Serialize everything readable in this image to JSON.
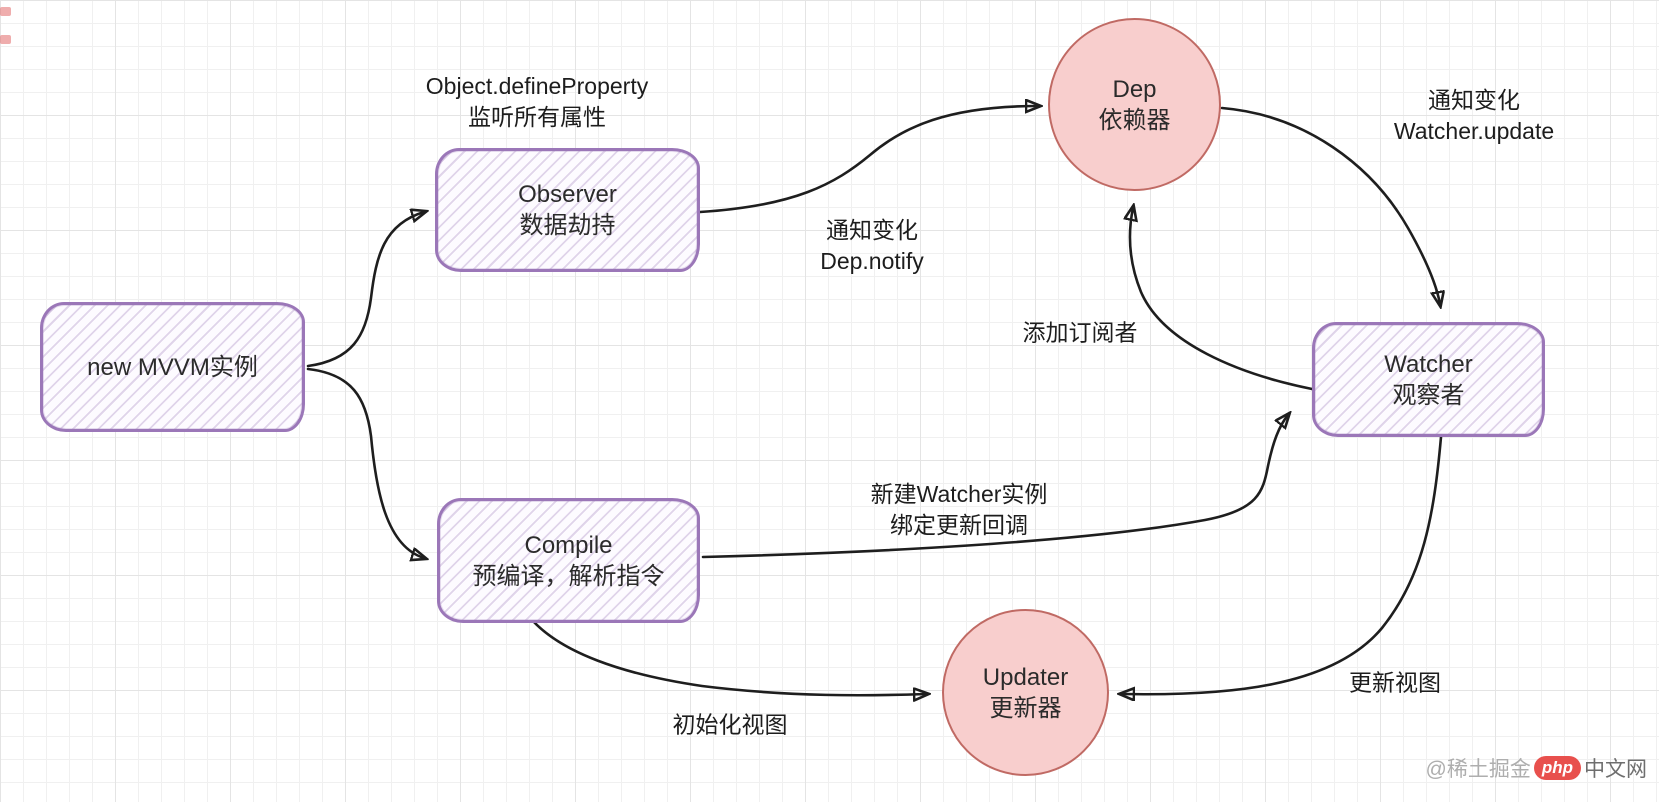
{
  "nodes": {
    "mvvm": {
      "title": "new MVVM实例"
    },
    "observer": {
      "title": "Observer",
      "subtitle": "数据劫持"
    },
    "compile": {
      "title": "Compile",
      "subtitle": "预编译，解析指令"
    },
    "dep": {
      "title": "Dep",
      "subtitle": "依赖器"
    },
    "watcher": {
      "title": "Watcher",
      "subtitle": "观察者"
    },
    "updater": {
      "title": "Updater",
      "subtitle": "更新器"
    }
  },
  "labels": {
    "observer_note_line1": "Object.defineProperty",
    "observer_note_line2": "监听所有属性",
    "dep_notify_line1": "通知变化",
    "dep_notify_line2": "Dep.notify",
    "watcher_update_line1": "通知变化",
    "watcher_update_line2": "Watcher.update",
    "add_subscriber": "添加订阅者",
    "new_watcher_line1": "新建Watcher实例",
    "new_watcher_line2": "绑定更新回调",
    "init_view": "初始化视图",
    "update_view": "更新视图"
  },
  "diagram": {
    "edges": [
      {
        "from": "new MVVM实例",
        "to": "Observer",
        "label": ""
      },
      {
        "from": "new MVVM实例",
        "to": "Compile",
        "label": ""
      },
      {
        "from": "Observer",
        "to": "Dep",
        "label": "通知变化 Dep.notify"
      },
      {
        "from": "Dep",
        "to": "Watcher",
        "label": "通知变化 Watcher.update"
      },
      {
        "from": "Watcher",
        "to": "Dep",
        "label": "添加订阅者"
      },
      {
        "from": "Compile",
        "to": "Watcher",
        "label": "新建Watcher实例 绑定更新回调"
      },
      {
        "from": "Compile",
        "to": "Updater",
        "label": "初始化视图"
      },
      {
        "from": "Watcher",
        "to": "Updater",
        "label": "更新视图"
      }
    ],
    "annotation_on_observer": "Object.defineProperty 监听所有属性"
  },
  "watermark": {
    "prefix": "@稀土掘金",
    "logo": "php",
    "suffix": "中文网"
  },
  "colors": {
    "box_border": "#9b77b8",
    "box_hatch": "#cdb6e0",
    "circle_fill": "#f8cecd",
    "circle_border": "#c06a64",
    "arrow": "#1e1e1e",
    "grid_minor": "#f0f0f0",
    "grid_major": "#e4e4e4",
    "watermark_badge": "#e8504d"
  }
}
